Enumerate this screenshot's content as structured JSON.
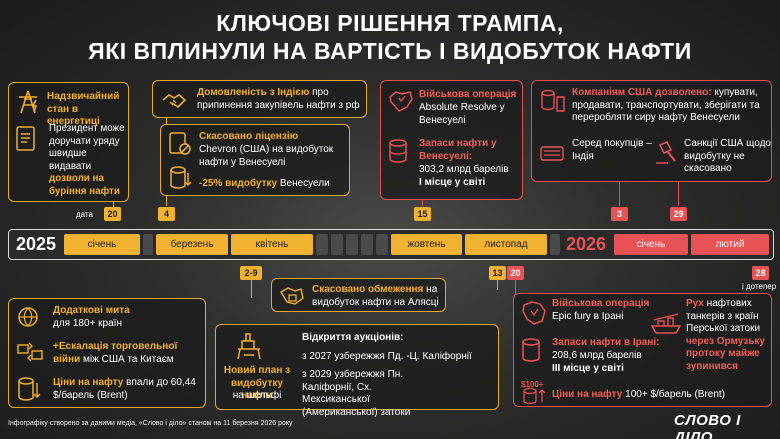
{
  "title": {
    "line1": "КЛЮЧОВІ РІШЕННЯ ТРАМПА,",
    "line2": "ЯКІ ВПЛИНУЛИ НА ВАРТІСТЬ І ВИДОБУТОК НАФТИ"
  },
  "watermark": "СЛОВО І ДІЛО",
  "cards": {
    "emergency": {
      "title": "Надзвичайний стан в енергетиці",
      "text1": "Президент може доручати уряду швидше видавати ",
      "text2": "дозволи на буріння нафти"
    },
    "india": {
      "title": "Домовленість з Індією",
      "text": " про припинення закупівель нафти з рф"
    },
    "chevron": {
      "title": "Скасовано ліцензію",
      "text": "Chevron (США) на видобуток нафти у Венесуелі",
      "pct": "-25% видобутку",
      "pct_rest": " Венесуели"
    },
    "venezuela": {
      "title": "Військова операція",
      "text": "Absolute Resolve у Венесуелі",
      "title2": "Запаси нафти у Венесуелі:",
      "text2": "303,2 млрд барелів",
      "text3": "І місце у світі"
    },
    "us_companies": {
      "title": "Компаніям США дозволено:",
      "text": " купувати, продавати, транспортувати, зберігати та переробляти сиру нафту Венесуели",
      "buyers": "Серед покупців – Індія",
      "sanctions": "Санкції США щодо видобутку не скасовано"
    },
    "tariffs": {
      "title": "Додаткові мита",
      "text": " для 180+ країн",
      "esc_title": "+Ескалація торговельної війни",
      "esc_text": " між США та Китаєм",
      "price_title": "Ціни на нафту",
      "price_text": " впали до 60,44 $/барель (Brent)"
    },
    "alaska": {
      "title": "Скасовано обмеження",
      "text": " на видобуток нафти на Алясці"
    },
    "plan": {
      "title": "Новий план з видобутку нафти",
      "text": " на шельфі",
      "auction_title": "Відкриття аукціонів:",
      "a1": "з 2027 узбережжя Пд. -Ц. Каліфорнії",
      "a2": "з 2029 узбережжя Пн. Каліфорнії, Сх. Мексиканської (Американської) затоки"
    },
    "iran": {
      "title": "Військова операція",
      "text": "Epic fury в Ірані",
      "title2": "Запаси нафти в Ірані:",
      "text2": "208,6 млрд барелів",
      "text3": "ІІІ місце у світі",
      "price_title": "Ціни на нафту",
      "price_text": " 100+ $/барель (Brent)",
      "tanker_title": "Рух",
      "tanker_text": " нафтових танкерів з країн Перської затоки ",
      "tanker_title2": "через Ормузьку протоку майже зупинився"
    }
  },
  "timeline": {
    "y2025": "2025",
    "y2026": "2026",
    "months": [
      "січень",
      "березень",
      "квітень",
      "жовтень",
      "листопад",
      "січень",
      "лютий"
    ],
    "date_label": "дата",
    "until_label": "і дотепер",
    "badges": [
      "20",
      "4",
      "15",
      "3",
      "29",
      "2-9",
      "13",
      "20",
      "28"
    ]
  },
  "footer": {
    "text": "Інфографіку створено за даними медіа, «Слово і діло» станом на 11 березня 2026 року",
    "logo": "СЛОВО І ДІЛО"
  }
}
